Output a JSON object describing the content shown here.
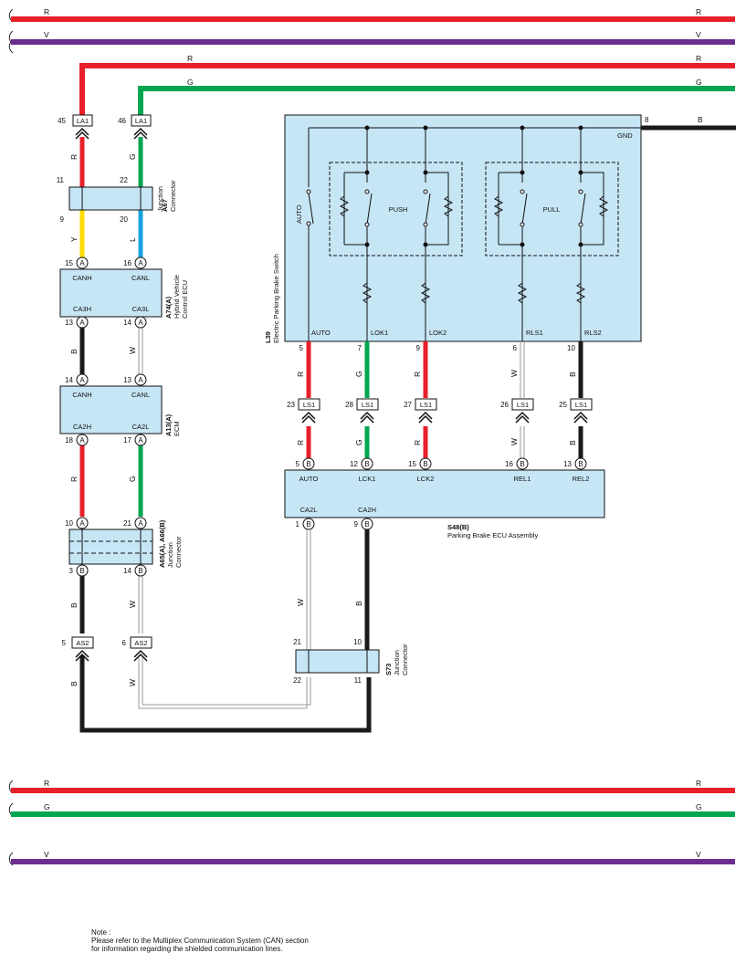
{
  "colors": {
    "R": "#e8202a",
    "V": "#6b2d8f",
    "G": "#00a651",
    "Y": "#ffdd00",
    "L": "#1aa3e0",
    "B": "#1a1a1a",
    "box_fill": "#c6e6f6"
  },
  "bus_wires": {
    "top": [
      {
        "code": "R",
        "color": "R"
      },
      {
        "code": "V",
        "color": "V"
      }
    ],
    "bottom": [
      {
        "code": "R",
        "color": "R"
      },
      {
        "code": "G",
        "color": "G"
      },
      {
        "code": "V",
        "color": "V"
      }
    ]
  },
  "feed_wires": [
    {
      "code": "R",
      "color": "R"
    },
    {
      "code": "G",
      "color": "G"
    }
  ],
  "gnd_wire": {
    "pin": "8",
    "code": "B",
    "label": "GND"
  },
  "components": {
    "a67": {
      "id": "A67",
      "name": "Junction Connector"
    },
    "a74": {
      "id": "A74(A)",
      "name": "Hybrid Vehicle Control ECU",
      "canh": "CANH",
      "canl": "CANL",
      "ca3h": "CA3H",
      "ca3l": "CA3L"
    },
    "a13": {
      "id": "A13(A)",
      "name": "ECM",
      "canh": "CANH",
      "canl": "CANL",
      "ca2h": "CA2H",
      "ca2l": "CA2L"
    },
    "a65": {
      "id": "A65(A), A66(B)",
      "name": "Junction Connector"
    },
    "l39": {
      "id": "L39",
      "name": "Electric Parking Brake Switch",
      "auto_switch": "AUTO",
      "push": "PUSH",
      "pull": "PULL",
      "terms": [
        "AUTO",
        "LOK1",
        "LOK2",
        "RLS1",
        "RLS2"
      ]
    },
    "s48": {
      "id": "S48(B)",
      "name": "Parking Brake ECU Assembly",
      "terms": [
        "AUTO",
        "LCK1",
        "LCK2",
        "REL1",
        "REL2"
      ],
      "ca2l": "CA2L",
      "ca2h": "CA2H"
    },
    "s73": {
      "id": "S73",
      "name": "Junction Connector"
    }
  },
  "left_col1": {
    "top_pin": "45",
    "top_conn": "LA1",
    "wire1": "R",
    "a67_top": "11",
    "a67_bot": "9",
    "wire2": "Y",
    "a74_top": "15",
    "a74_top_badge": "A",
    "a74_bot": "13",
    "a74_bot_badge": "A",
    "wire3": "B",
    "a13_top": "14",
    "a13_top_badge": "A",
    "a13_bot": "18",
    "a13_bot_badge": "A",
    "wire4": "R",
    "a65_top": "10",
    "a65_top_badge": "A",
    "a65_bot": "3",
    "a65_bot_badge": "B",
    "wire5": "B",
    "as2_pin": "5",
    "as2_conn": "AS2",
    "wire6": "B"
  },
  "left_col2": {
    "top_pin": "46",
    "top_conn": "LA1",
    "wire1": "G",
    "a67_top": "22",
    "a67_bot": "20",
    "wire2": "L",
    "a74_top": "16",
    "a74_top_badge": "A",
    "a74_bot": "14",
    "a74_bot_badge": "A",
    "wire3": "W",
    "a13_top": "13",
    "a13_top_badge": "A",
    "a13_bot": "17",
    "a13_bot_badge": "A",
    "wire4": "G",
    "a65_top": "21",
    "a65_top_badge": "A",
    "a65_bot": "14",
    "a65_bot_badge": "B",
    "wire5": "W",
    "as2_pin": "6",
    "as2_conn": "AS2",
    "wire6": "W"
  },
  "switch_cols": [
    {
      "l39_pin": "5",
      "wire": "R",
      "ls_pin": "23",
      "ls": "LS1",
      "s48_pin": "5",
      "s48_badge": "B"
    },
    {
      "l39_pin": "7",
      "wire": "G",
      "ls_pin": "28",
      "ls": "LS1",
      "s48_pin": "12",
      "s48_badge": "B"
    },
    {
      "l39_pin": "9",
      "wire": "R",
      "ls_pin": "27",
      "ls": "LS1",
      "s48_pin": "15",
      "s48_badge": "B"
    },
    {
      "l39_pin": "6",
      "wire": "W",
      "ls_pin": "26",
      "ls": "LS1",
      "s48_pin": "16",
      "s48_badge": "B"
    },
    {
      "l39_pin": "10",
      "wire": "B",
      "ls_pin": "25",
      "ls": "LS1",
      "s48_pin": "13",
      "s48_badge": "B"
    }
  ],
  "s48_bottom": {
    "ca2l_pin": "1",
    "ca2l_badge": "B",
    "ca2h_pin": "9",
    "ca2h_badge": "B",
    "wire_w": "W",
    "wire_b": "B",
    "s73_w_top": "21",
    "s73_w_bot": "22",
    "s73_b_top": "10",
    "s73_b_bot": "11"
  },
  "note": {
    "line1": "Note :",
    "line2": "Please refer to the Multiplex Communication System (CAN) section",
    "line3": "for information regarding the shielded communication lines."
  }
}
